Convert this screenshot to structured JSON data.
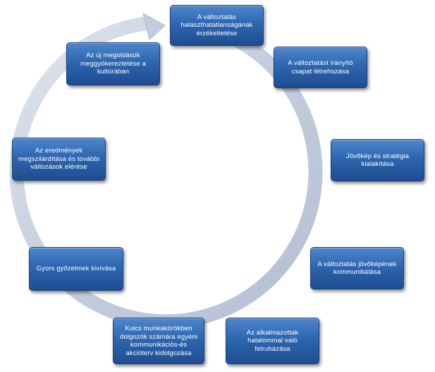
{
  "steps": [
    "A változtatás halaszthatatlanságának érzékeltetése",
    "A változtatást irányító csapat létrehozása",
    "Jövőkép és stratégia kialakítása",
    "A változtatás jövőképének kommunikálása",
    "Az alkalmazottak hatalommal való felruházása",
    "Kulcs munkakörökben dolgozók számára egyéni kommunikációs-és akcióterv kidolgozása",
    "Gyors győzelmek kivívása",
    "Az eredmények megszilárdítása és további változások elérése",
    "Az új megoldások meggyökereztetése a kultúrában"
  ],
  "colors": {
    "box_top": "#4f86cc",
    "box_bottom": "#1e4d8f",
    "ring": "#c7d1e0",
    "text": "#ffffff"
  }
}
